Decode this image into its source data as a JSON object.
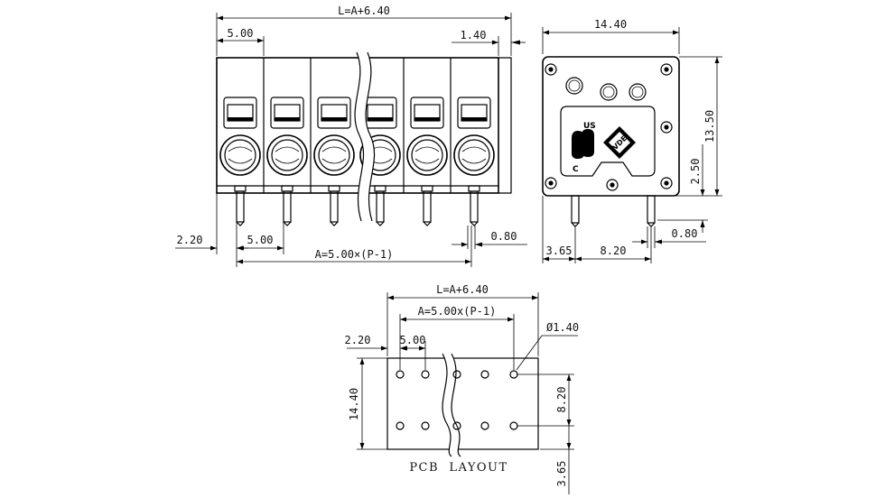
{
  "front_view": {
    "dim_total_length": "L=A+6.40",
    "dim_pitch_top": "5.00",
    "dim_edge_right": "1.40",
    "dim_edge_left": "2.20",
    "dim_pitch_bottom": "5.00",
    "dim_pin_width": "0.80",
    "dim_pin_span": "A=5.00×(P-1)",
    "positions_shown": 6
  },
  "side_view": {
    "dim_width": "14.40",
    "dim_height": "13.50",
    "dim_pin_offset": "2.50",
    "dim_pin_width": "0.80",
    "dim_front_pin": "3.65",
    "dim_pin_spacing": "8.20",
    "cert_c": "C",
    "cert_us": "US",
    "cert_vde": "VDE"
  },
  "pcb_layout": {
    "dim_total_length": "L=A+6.40",
    "dim_pin_span": "A=5.00x(P-1)",
    "dim_hole": "Ø1.40",
    "dim_edge_left": "2.20",
    "dim_pitch": "5.00",
    "dim_width": "14.40",
    "dim_row_spacing": "8.20",
    "dim_edge_bottom": "3.65",
    "caption": "PCB  LAYOUT"
  },
  "colors": {
    "line": "#000000",
    "background": "#ffffff"
  }
}
